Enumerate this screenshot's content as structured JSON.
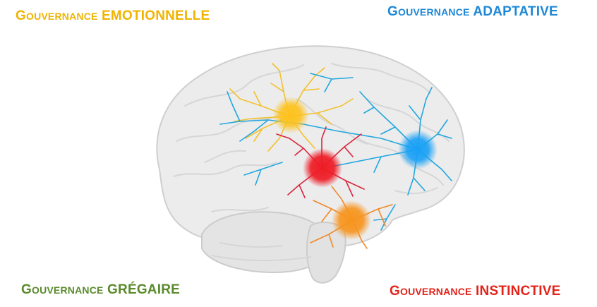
{
  "labels": {
    "emotionnelle": {
      "prefix_cap": "G",
      "prefix_rest": "ouvernance",
      "keyword": "EMOTIONNELLE",
      "color": "#F0B400"
    },
    "adaptative": {
      "prefix_cap": "G",
      "prefix_rest": "ouvernance",
      "keyword": "ADAPTATIVE",
      "color": "#1E88D6"
    },
    "gregaire": {
      "prefix_cap": "G",
      "prefix_rest": "ouvernance",
      "keyword": "GRÉGAIRE",
      "color": "#5A8A2C"
    },
    "instinctive": {
      "prefix_cap": "G",
      "prefix_rest": "ouvernance",
      "keyword": "INSTINCTIVE",
      "color": "#E2231A"
    }
  },
  "nodes": {
    "yellow": {
      "color": "#FDC21E",
      "branch_color": "#F2C12E"
    },
    "blue": {
      "color": "#19A0F5",
      "branch_color": "#21A7DE"
    },
    "red": {
      "color": "#EE1C25",
      "branch_color": "#D7263D"
    },
    "orange": {
      "color": "#F7941D",
      "branch_color": "#EE8A2B"
    }
  }
}
